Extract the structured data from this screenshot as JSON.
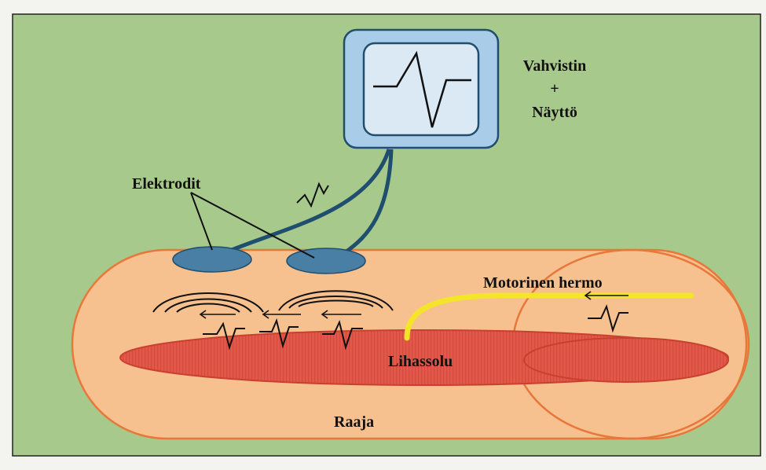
{
  "labels": {
    "amplifier": "Vahvistin",
    "plus": "+",
    "display": "Näyttö",
    "electrodes": "Elektrodit",
    "motor_nerve": "Motorinen hermo",
    "muscle_cell": "Lihassolu",
    "limb": "Raaja"
  },
  "colors": {
    "background": "#a8c98c",
    "limb_fill": "#f7c08f",
    "limb_stroke": "#e8773a",
    "muscle_fill": "#e2584a",
    "muscle_stroke": "#c8402f",
    "electrode": "#4a7fa5",
    "cable": "#1f4e6e",
    "monitor_frame": "#a9cde8",
    "monitor_screen": "#dbe9f4",
    "nerve": "#f5e52a",
    "ink": "#111111"
  }
}
